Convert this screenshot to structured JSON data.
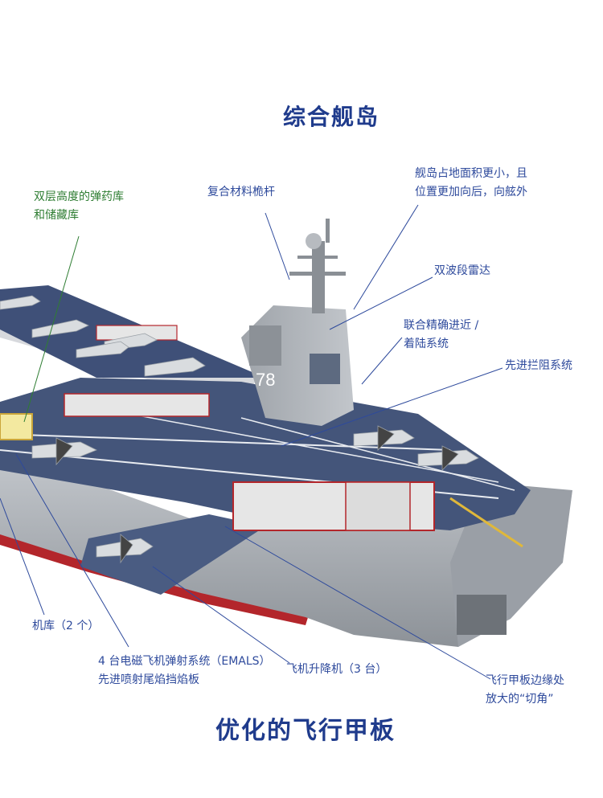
{
  "title_top": "综合舰岛",
  "title_bottom": "优化的飞行甲板",
  "labels": {
    "magazine": [
      "双层高度的弹药库",
      "和储藏库"
    ],
    "mast": "复合材料桅杆",
    "island_position": [
      "舰岛占地面积更小，且",
      "位置更加向后，向舷外"
    ],
    "radar": "双波段雷达",
    "landing": [
      "联合精确进近 /",
      "着陆系统"
    ],
    "arresting": "先进拦阻系统",
    "hangar": "机库（2 个）",
    "emals": [
      "4 台电磁飞机弹射系统（EMALS）",
      "先进喷射尾焰挡焰板"
    ],
    "elevator": "飞机升降机（3 台）",
    "edge": [
      "飞行甲板边缘处",
      "放大的“切角”"
    ]
  },
  "hull_number": "78",
  "colors": {
    "title": "#1f3b8c",
    "label": "#2e4a9c",
    "green_label": "#2e7d32",
    "deck": "#44557a",
    "hull": "#a9adb3",
    "waterline": "#b3262b"
  }
}
